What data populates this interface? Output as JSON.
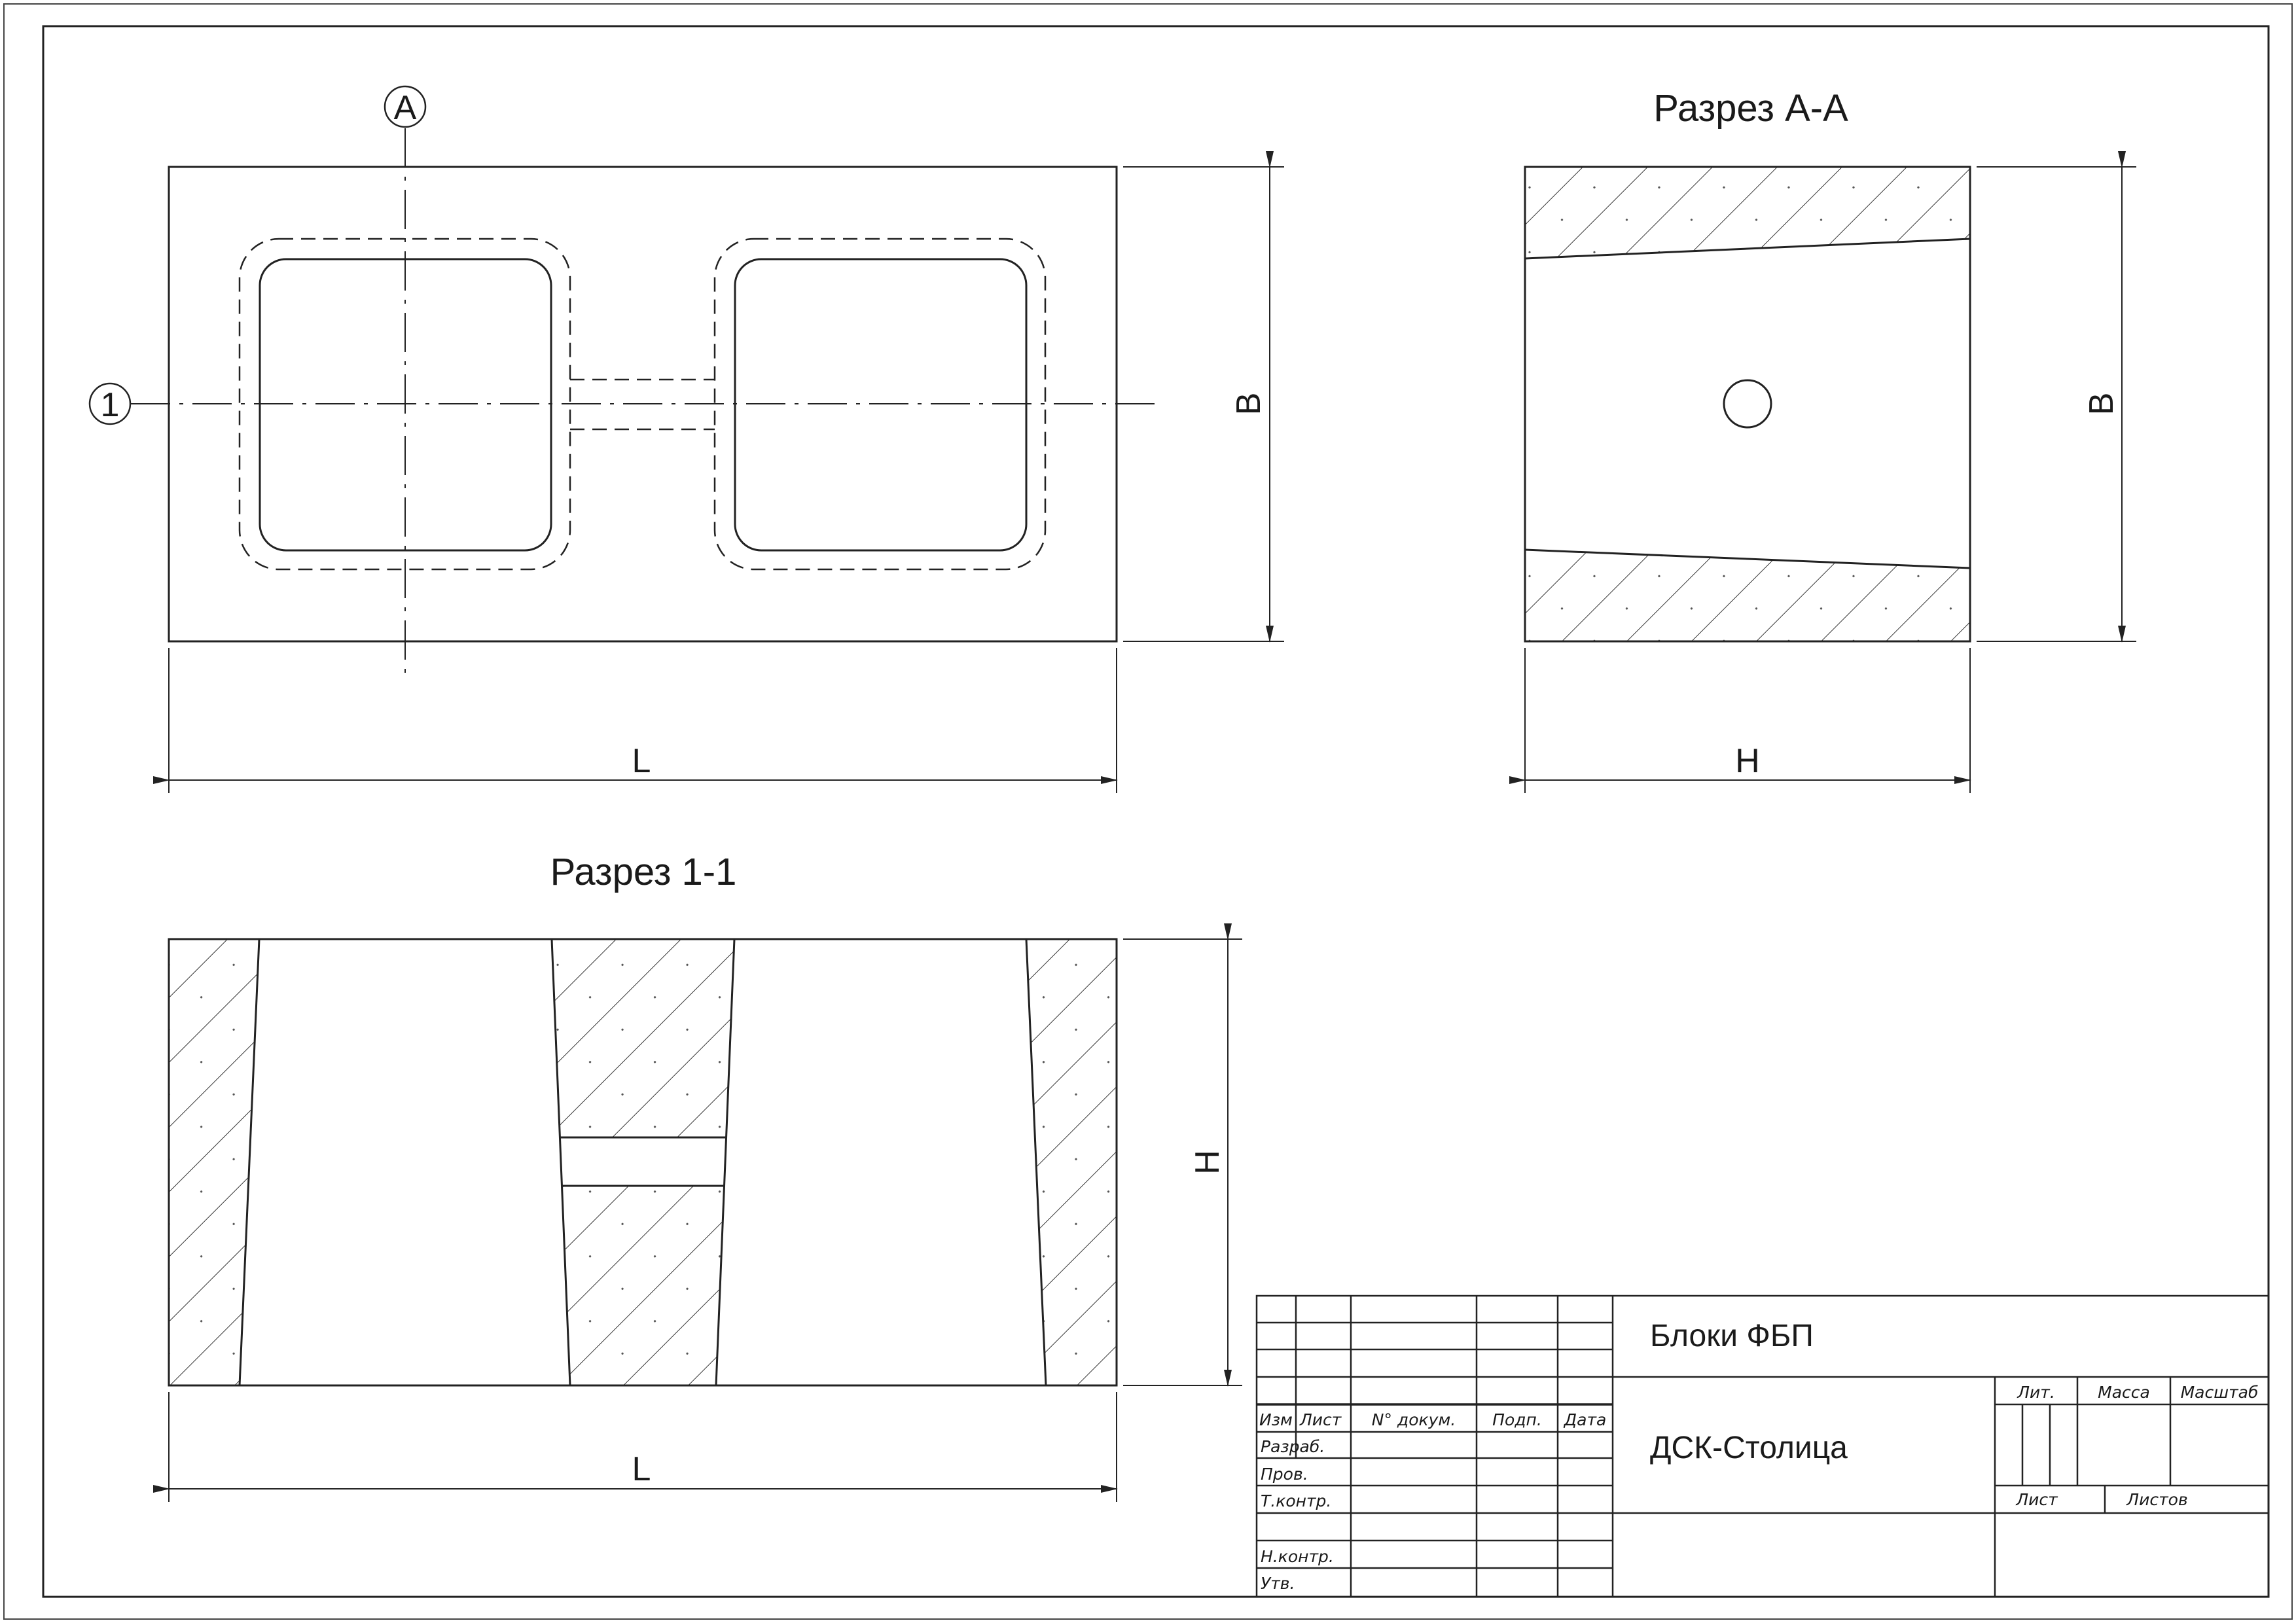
{
  "views": {
    "plan": {
      "dim_length": "L",
      "dim_width": "B",
      "section_marker_1": "1",
      "section_marker_a": "A"
    },
    "section_aa": {
      "title": "Разрез А-А",
      "dim_width": "B",
      "dim_height": "H"
    },
    "section_11": {
      "title": "Разрез 1-1",
      "dim_length": "L",
      "dim_height": "H"
    }
  },
  "title_block": {
    "product_name": "Блоки ФБП",
    "organization": "ДСК-Столица",
    "col_headers": [
      "Изм",
      "Лист",
      "N° докум.",
      "Подп.",
      "Дата"
    ],
    "row_labels": [
      "Разраб.",
      "Пров.",
      "Т.контр.",
      "Н.контр.",
      "Утв."
    ],
    "stage_headers": [
      "Лит.",
      "Масса",
      "Масштаб"
    ],
    "sheet_label": "Лист",
    "sheets_label": "Листов"
  }
}
